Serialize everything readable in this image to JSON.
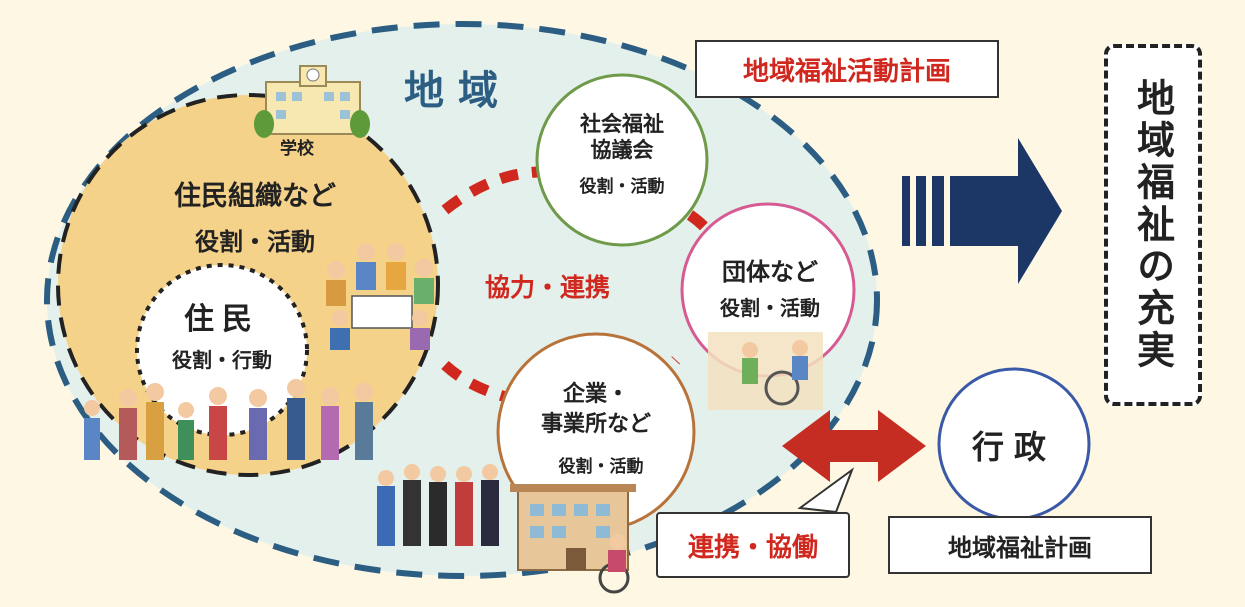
{
  "region_label": "地域",
  "school_label": "学校",
  "resident_org": {
    "title": "住民組織など",
    "role": "役割・活動"
  },
  "resident": {
    "title": "住民",
    "role": "役割・行動"
  },
  "council": {
    "line1": "社会福祉",
    "line2": "協議会",
    "role": "役割・活動"
  },
  "groups": {
    "title": "団体など",
    "role": "役割・活動"
  },
  "business": {
    "line1": "企業・",
    "line2": "事業所など",
    "role": "役割・活動"
  },
  "cooperation_label": "協力・連携",
  "collaboration_label": "連携・協働",
  "activity_plan_label": "地域福祉活動計画",
  "welfare_plan_label": "地域福祉計画",
  "government_label": "行政",
  "result_label": "地域福祉の充実",
  "colors": {
    "background": "#fdf7e4",
    "region_fill": "#e3f0ec",
    "region_border": "#2c5d83",
    "resident_org_fill": "#f5d28a",
    "council_border": "#6f9a4a",
    "groups_border": "#d65b93",
    "business_border": "#b8733a",
    "government_border": "#3a59a6",
    "red_accent": "#d0281f",
    "navy_arrow": "#1c3666"
  }
}
